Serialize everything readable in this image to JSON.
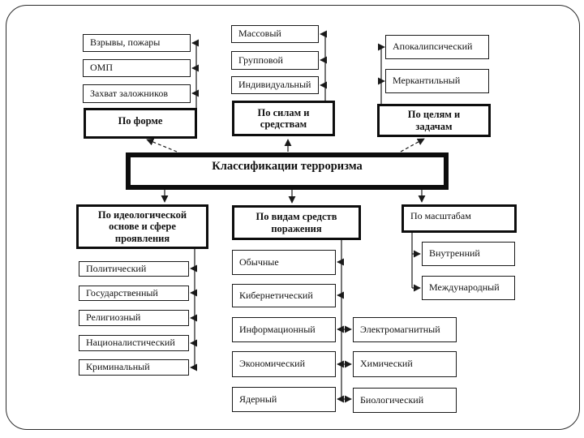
{
  "slide": {
    "center_label": "Классификации терроризма",
    "colors": {
      "line": "#1a1a1a",
      "background": "#ffffff",
      "text": "#111111"
    }
  },
  "groups": {
    "form": {
      "label": "По форме",
      "items": [
        "Взрывы, пожары",
        "ОМП",
        "Захват заложников"
      ]
    },
    "forces_means": {
      "label": "По силам и\nсредствам",
      "items": [
        "Массовый",
        "Групповой",
        "Индивидуальный"
      ]
    },
    "goals_tasks": {
      "label": "По целям и\nзадачам",
      "items": [
        "Апокалипсический",
        "Меркантильный"
      ]
    },
    "ideology": {
      "label": "По идеологической\nоснове и сфере\nпроявления",
      "items": [
        "Политический",
        "Государственный",
        "Религиозный",
        "Националистический",
        "Криминальный"
      ]
    },
    "weapon_types": {
      "label": "По видам средств\nпоражения",
      "items": [
        "Обычные",
        "Кибернетический",
        "Информационный",
        "Экономический",
        "Ядерный"
      ],
      "paired_items": [
        "Электромагнитный",
        "Химический",
        "Биологический"
      ]
    },
    "scale": {
      "label": "По масштабам",
      "items": [
        "Внутренний",
        "Международный"
      ]
    }
  }
}
